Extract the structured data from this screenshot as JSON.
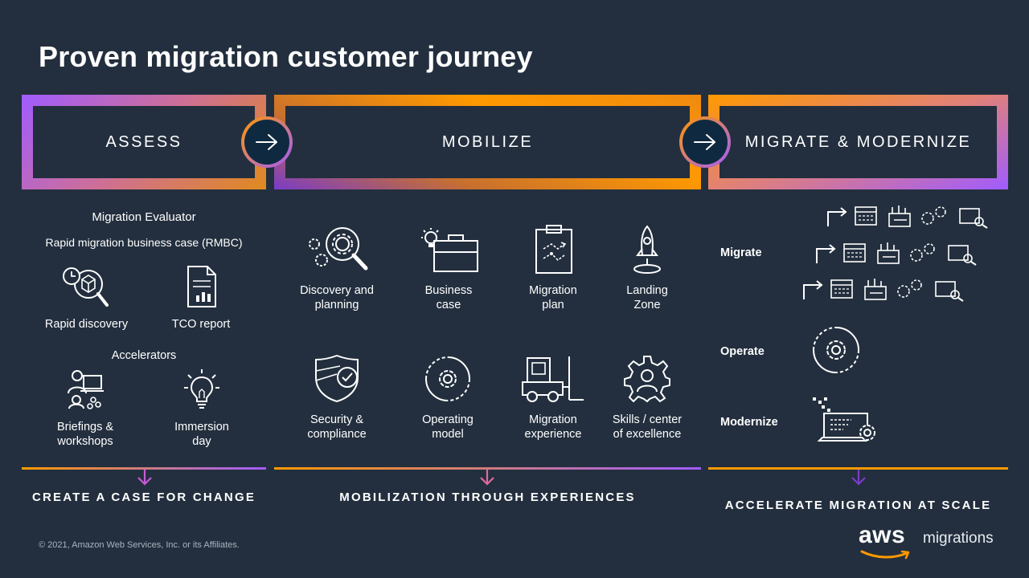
{
  "title": "Proven migration customer journey",
  "phases": {
    "assess": "ASSESS",
    "mobilize": "MOBILIZE",
    "migrate": "MIGRATE & MODERNIZE"
  },
  "assess": {
    "evaluator": "Migration Evaluator",
    "rmbc": "Rapid migration business case (RMBC)",
    "rapid_discovery": "Rapid discovery",
    "tco_report": "TCO report",
    "accelerators": "Accelerators",
    "briefings_1": "Briefings &",
    "briefings_2": "workshops",
    "immersion_1": "Immersion",
    "immersion_2": "day"
  },
  "mobilize": {
    "discovery_1": "Discovery and",
    "discovery_2": "planning",
    "business_1": "Business",
    "business_2": "case",
    "plan_1": "Migration",
    "plan_2": "plan",
    "landing_1": "Landing",
    "landing_2": "Zone",
    "security_1": "Security &",
    "security_2": "compliance",
    "operating_1": "Operating",
    "operating_2": "model",
    "experience_1": "Migration",
    "experience_2": "experience",
    "skills_1": "Skills / center",
    "skills_2": "of excellence"
  },
  "migrate": {
    "migrate": "Migrate",
    "operate": "Operate",
    "modernize": "Modernize"
  },
  "taglines": {
    "assess": "CREATE A CASE FOR CHANGE",
    "mobilize": "MOBILIZATION THROUGH EXPERIENCES",
    "migrate": "ACCELERATE MIGRATION AT SCALE"
  },
  "footer": {
    "copyright": "© 2021, Amazon Web Services, Inc. or its Affiliates.",
    "aws": "aws",
    "migrations": "migrations"
  },
  "colors": {
    "background": "#232f3e",
    "orange": "#ff9900",
    "purple": "#9b5cff",
    "pink": "#d4708a",
    "magenta": "#c85bd6"
  }
}
